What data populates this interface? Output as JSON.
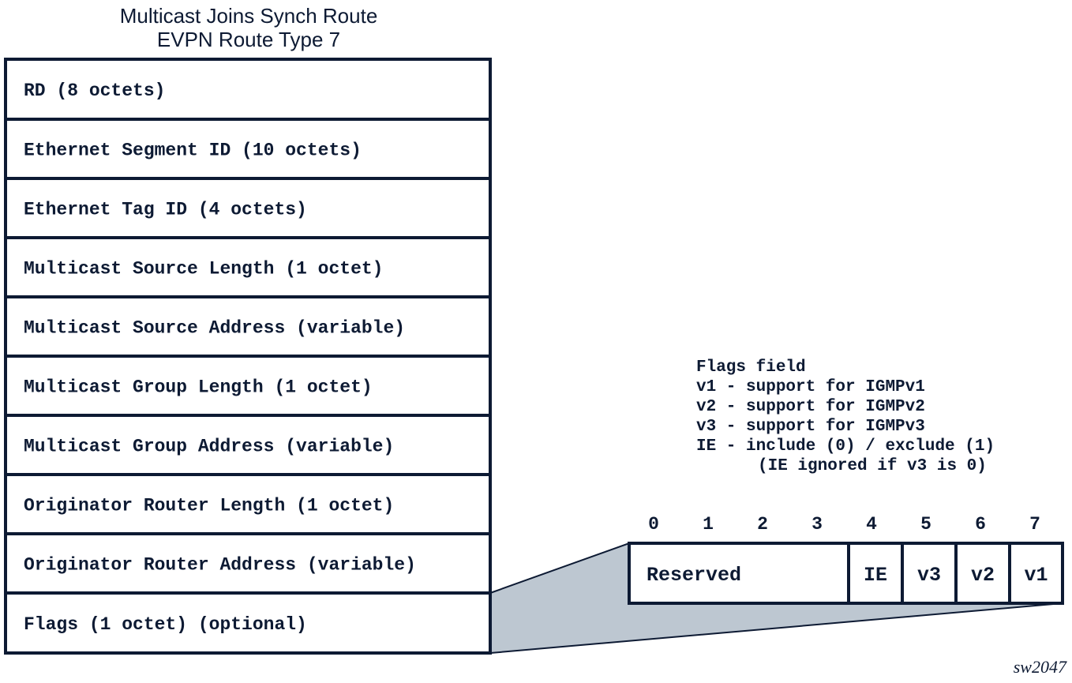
{
  "title": {
    "line1": "Multicast Joins Synch Route",
    "line2": "EVPN Route Type 7"
  },
  "fields": [
    "RD (8 octets)",
    "Ethernet Segment ID (10 octets)",
    "Ethernet Tag ID (4 octets)",
    "Multicast Source Length (1 octet)",
    "Multicast Source Address (variable)",
    "Multicast Group Length (1 octet)",
    "Multicast Group Address (variable)",
    "Originator Router Length (1 octet)",
    "Originator Router Address (variable)",
    "Flags (1 octet) (optional)"
  ],
  "legend": [
    "Flags field",
    "v1 - support for IGMPv1",
    "v2 - support for IGMPv2",
    "v3 - support for IGMPv3",
    "IE - include (0) / exclude (1)",
    "(IE ignored if v3 is 0)"
  ],
  "bit_numbers": [
    "0",
    "1",
    "2",
    "3",
    "4",
    "5",
    "6",
    "7"
  ],
  "flag_bits": [
    "Reserved",
    "IE",
    "v3",
    "v2",
    "v1"
  ],
  "figure_id": "sw2047",
  "colors": {
    "stroke": "#0d1a33",
    "expansion_fill": "#bdc7d1",
    "background": "#ffffff"
  }
}
